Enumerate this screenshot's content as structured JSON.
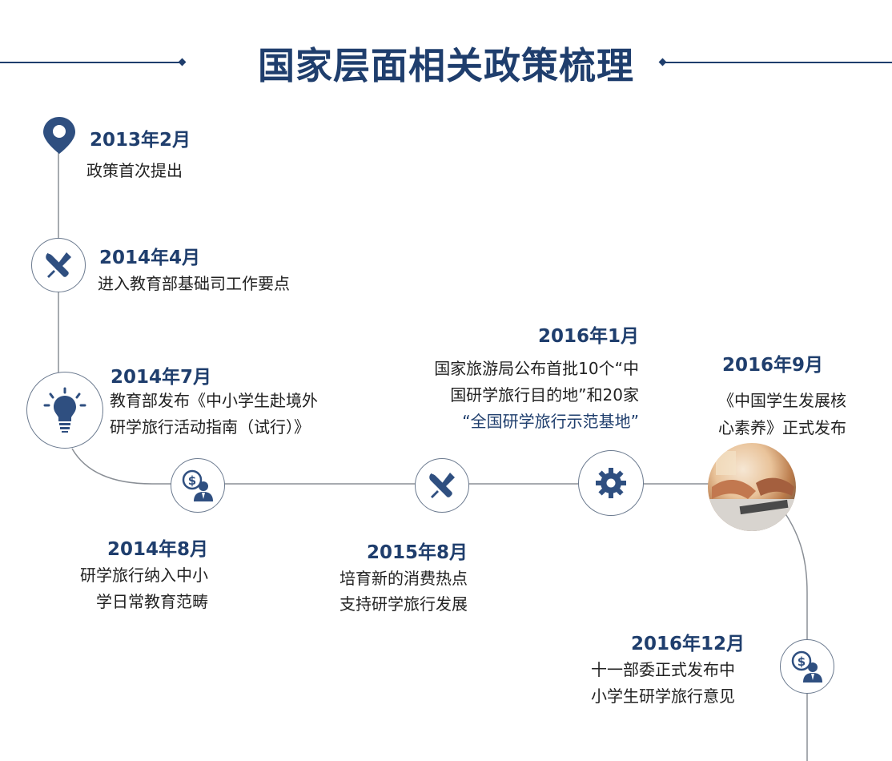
{
  "title": "国家层面相关政策梳理",
  "events": [
    {
      "date": "2013年2月",
      "lines": [
        "政策首次提出"
      ],
      "icon": "location-pin-icon"
    },
    {
      "date": "2014年4月",
      "lines": [
        "进入教育部基础司工作要点"
      ],
      "icon": "wrench-screwdriver-icon"
    },
    {
      "date": "2014年7月",
      "lines": [
        "教育部发布《中小学生赴境外",
        "研学旅行活动指南（试行）》"
      ],
      "icon": "lightbulb-icon"
    },
    {
      "date": "2014年8月",
      "lines": [
        "研学旅行纳入中小",
        "学日常教育范畴"
      ],
      "icon": "dollar-person-icon"
    },
    {
      "date": "2015年8月",
      "lines": [
        "培育新的消费热点",
        "支持研学旅行发展"
      ],
      "icon": "wrench-screwdriver-icon"
    },
    {
      "date": "2016年1月",
      "lines": [
        "国家旅游局公布首批10个“中",
        "国研学旅行目的地”和20家",
        "“全国研学旅行示范基地”"
      ],
      "icon": "gear-icon"
    },
    {
      "date": "2016年9月",
      "lines": [
        "《中国学生发展核",
        "心素养》正式发布"
      ],
      "icon": "business-photo"
    },
    {
      "date": "2016年12月",
      "lines": [
        "十一部委正式发布中",
        "小学生研学旅行意见"
      ],
      "icon": "dollar-person-icon"
    }
  ],
  "colors": {
    "primary": "#1f3e6d",
    "line": "#8a8f96",
    "text": "#222222"
  }
}
